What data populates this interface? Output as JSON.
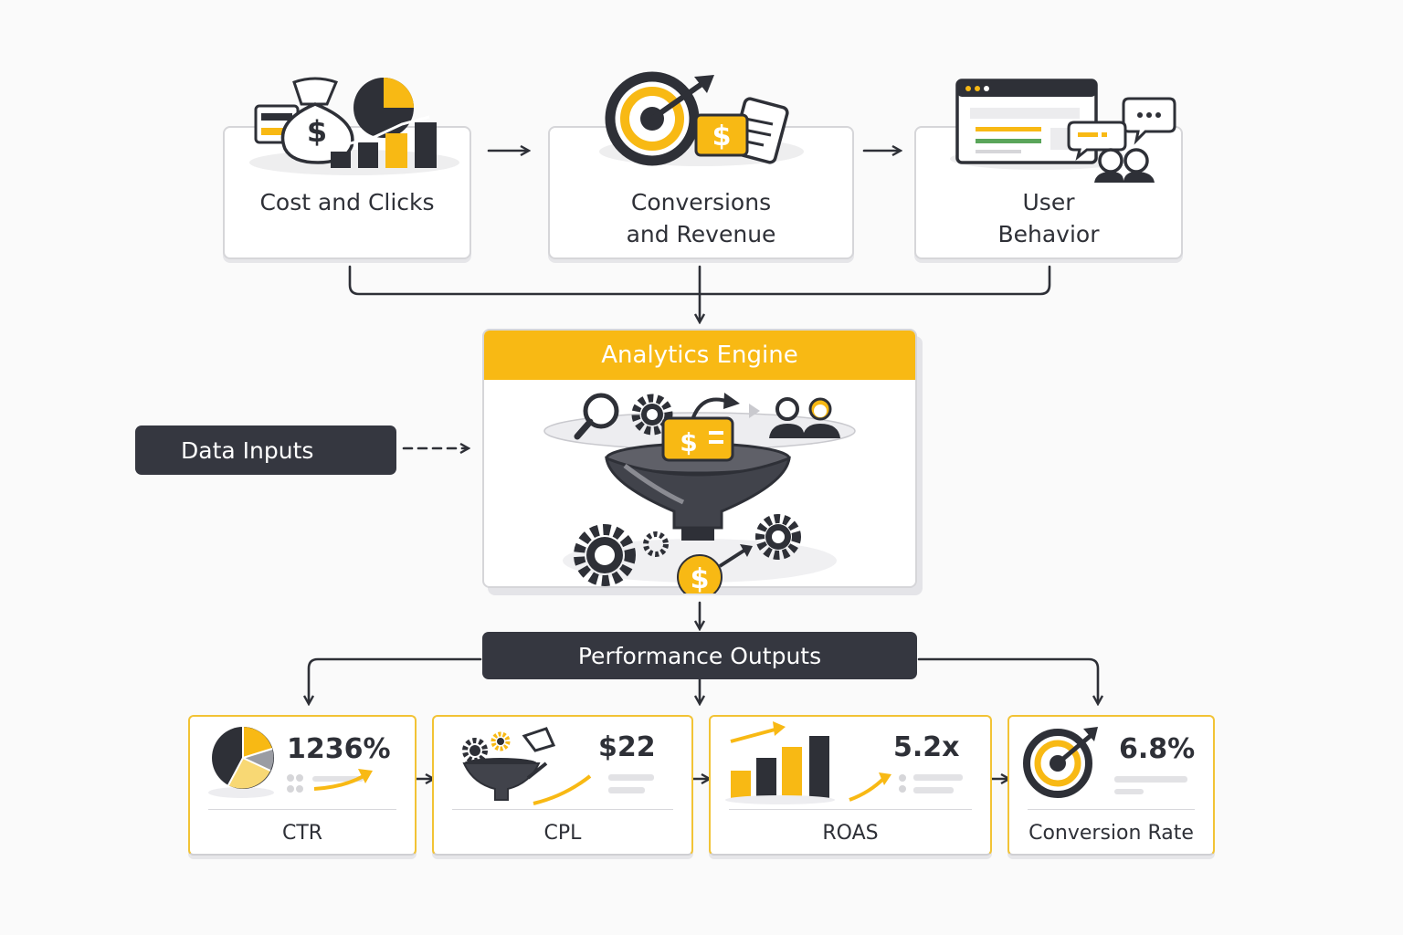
{
  "sources": [
    {
      "label": "Cost and Clicks",
      "icon": "money-bag-icon"
    },
    {
      "label": "Conversions\nand Revenue",
      "icon": "target-icon"
    },
    {
      "label": "User\nBehavior",
      "icon": "browser-users-icon"
    }
  ],
  "inputs_label": "Data Inputs",
  "engine_title": "Analytics Engine",
  "outputs_label": "Performance Outputs",
  "metrics": [
    {
      "value": "1236%",
      "label": "CTR",
      "icon": "pie-chart-icon"
    },
    {
      "value": "$22",
      "label": "CPL",
      "icon": "funnel-icon"
    },
    {
      "value": "5.2x",
      "label": "ROAS",
      "icon": "bar-chart-icon"
    },
    {
      "value": "6.8%",
      "label": "Conversion Rate",
      "icon": "target-icon"
    }
  ],
  "colors": {
    "accent": "#f8b914",
    "dark": "#353740",
    "border": "#d6d6d9"
  }
}
